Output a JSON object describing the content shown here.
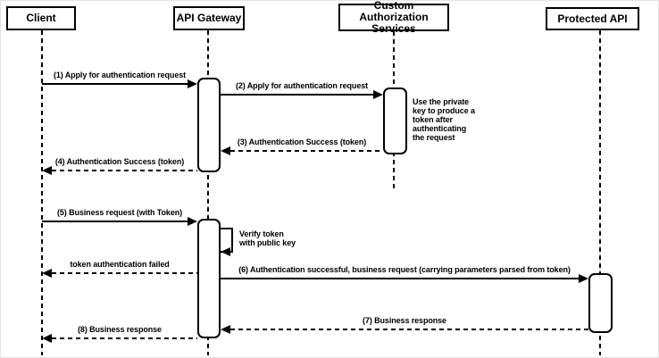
{
  "diagram": {
    "type": "uml-sequence",
    "colors": {
      "stroke": "#000000",
      "fill": "#ffffff",
      "background": "#ffffff"
    },
    "participants": [
      {
        "id": "client",
        "label": "Client",
        "lines": [
          "Client"
        ]
      },
      {
        "id": "api-gateway",
        "label": "API Gateway",
        "lines": [
          "API Gateway"
        ]
      },
      {
        "id": "custom-authorization-services",
        "label": "Custom Authorization Services",
        "lines": [
          "Custom Authorization",
          "Services"
        ]
      },
      {
        "id": "protected-api",
        "label": "Protected API",
        "lines": [
          "Protected API"
        ]
      }
    ],
    "messages": [
      {
        "label": "(1) Apply for authentication request",
        "from": "client",
        "to": "api-gateway",
        "line": "solid"
      },
      {
        "label": "(2) Apply for authentication request",
        "from": "api-gateway",
        "to": "custom-authorization-services",
        "line": "solid"
      },
      {
        "label": "(3) Authentication Success (token)",
        "from": "custom-authorization-services",
        "to": "api-gateway",
        "line": "dashed"
      },
      {
        "label": "(4) Authentication Success (token)",
        "from": "api-gateway",
        "to": "client",
        "line": "dashed"
      },
      {
        "label": "(5) Business request (with Token)",
        "from": "client",
        "to": "api-gateway",
        "line": "solid"
      },
      {
        "label": "token authentication failed",
        "from": "api-gateway",
        "to": "client",
        "line": "dashed"
      },
      {
        "label": "(6) Authentication successful, business request (carrying parameters parsed from token)",
        "from": "api-gateway",
        "to": "protected-api",
        "line": "solid"
      },
      {
        "label": "(7) Business response",
        "from": "protected-api",
        "to": "api-gateway",
        "line": "dashed"
      },
      {
        "label": "(8) Business response",
        "from": "api-gateway",
        "to": "client",
        "line": "dashed"
      }
    ],
    "self_message": {
      "participant": "api-gateway",
      "label": "Verify token with public key",
      "lines": [
        "Verify token",
        "with public key"
      ]
    },
    "note": {
      "attached_to": "custom-authorization-services",
      "label": "Use the private key to produce a token after authenticating the request",
      "lines": [
        "Use the private",
        "key to produce a",
        "token after",
        "authenticating",
        "the request"
      ]
    }
  }
}
